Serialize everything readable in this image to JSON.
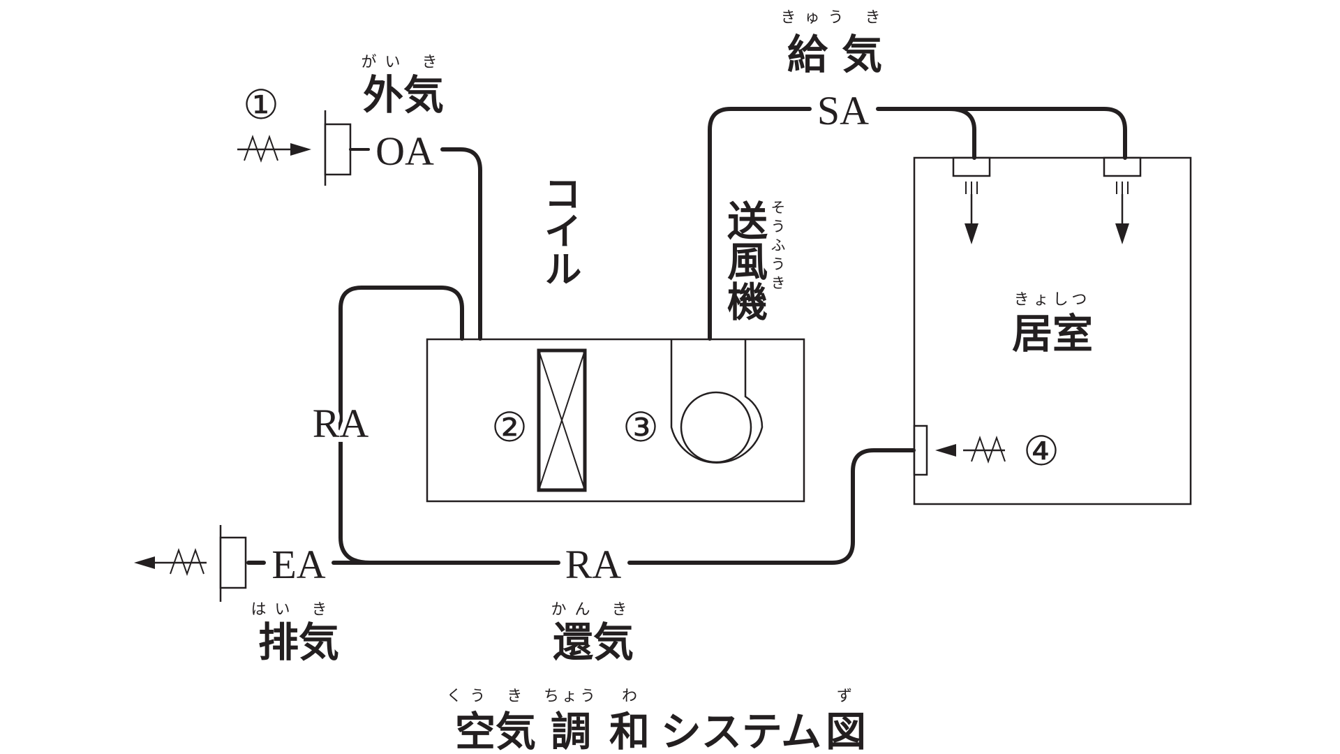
{
  "labels": {
    "oa_label": "外気",
    "oa_label_ruby": "がい き",
    "oa_code": "OA",
    "sa_label": "給 気",
    "sa_label_ruby": "きゅう き",
    "sa_code": "SA",
    "coil_label": "コイル",
    "fan_label": "送風機",
    "fan_label_ruby": "そうふうき",
    "room_label": "居室",
    "room_label_ruby": "きょしつ",
    "ra_code_vertical": "RA",
    "ra_code_bottom": "RA",
    "ra_label": "還気",
    "ra_label_ruby": "かん き",
    "ea_code": "EA",
    "ea_label": "排気",
    "ea_label_ruby": "はい き"
  },
  "numbers": {
    "n1": "①",
    "n2": "②",
    "n3": "③",
    "n4": "④"
  },
  "caption": {
    "kuuki": "空気",
    "kuuki_ruby": "くう き",
    "chouwa_1": "調",
    "chouwa_1_ruby": "ちょう",
    "chouwa_2": "和",
    "chouwa_2_ruby": "わ",
    "system": "システム",
    "zu": "図",
    "zu_ruby": "ず"
  },
  "style": {
    "ink_color": "#231f20",
    "background": "#ffffff"
  }
}
